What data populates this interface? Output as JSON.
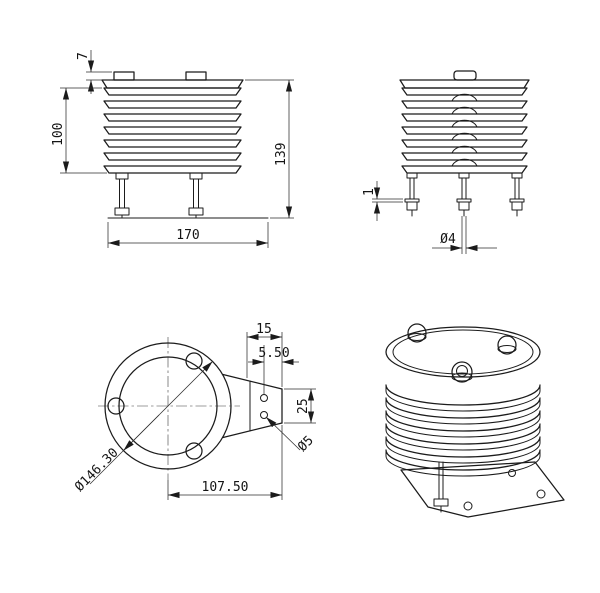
{
  "front_view": {
    "tab_height": "7",
    "stack_height": "100",
    "overall_height": "139",
    "base_width": "170"
  },
  "side_view": {
    "washer_thickness": "1",
    "bolt_diameter": "Ø4"
  },
  "top_view": {
    "bracket_depth": "15",
    "hole_edge_offset": "5.50",
    "hole_spacing": "25",
    "mount_hole_diameter": "Ø5",
    "shield_diameter": "Ø146.30",
    "center_to_bracket": "107.50"
  }
}
